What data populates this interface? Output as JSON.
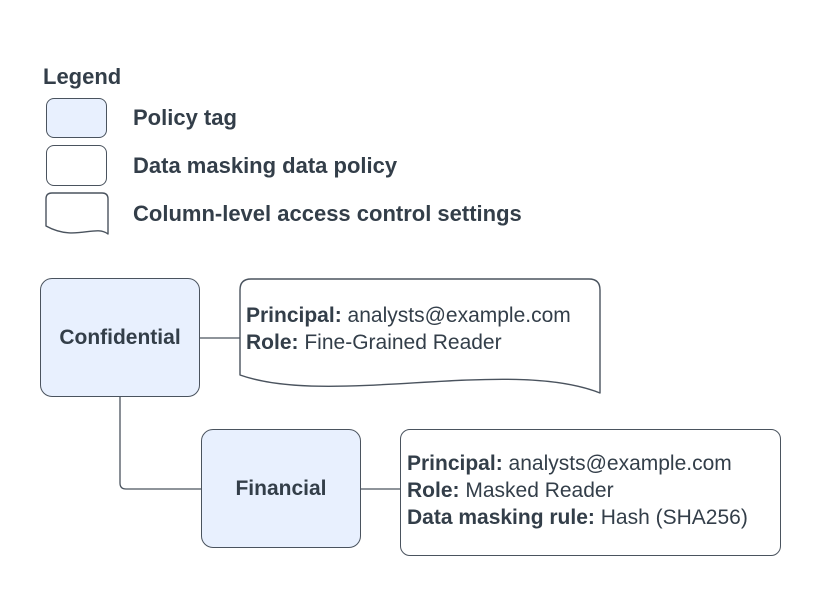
{
  "legend": {
    "title": "Legend",
    "items": [
      {
        "id": "policy-tag",
        "label": "Policy tag"
      },
      {
        "id": "data-masking-data-policy",
        "label": "Data masking data policy"
      },
      {
        "id": "column-level-access-control-settings",
        "label": "Column-level access control settings"
      }
    ]
  },
  "policy_tags": {
    "confidential": "Confidential",
    "financial": "Financial"
  },
  "access_control_settings": {
    "principal_label": "Principal:",
    "principal": "analysts@example.com",
    "role_label": "Role:",
    "role": "Fine-Grained Reader"
  },
  "data_masking_policy": {
    "principal_label": "Principal:",
    "principal": "analysts@example.com",
    "role_label": "Role:",
    "role": "Masked Reader",
    "rule_label": "Data masking rule:",
    "rule": "Hash (SHA256)"
  },
  "colors": {
    "policy_tag_fill": "#e8f0fe",
    "note_fill": "#ffffff",
    "stroke": "#4a535e",
    "text": "#333e49",
    "bg": "#ffffff"
  }
}
